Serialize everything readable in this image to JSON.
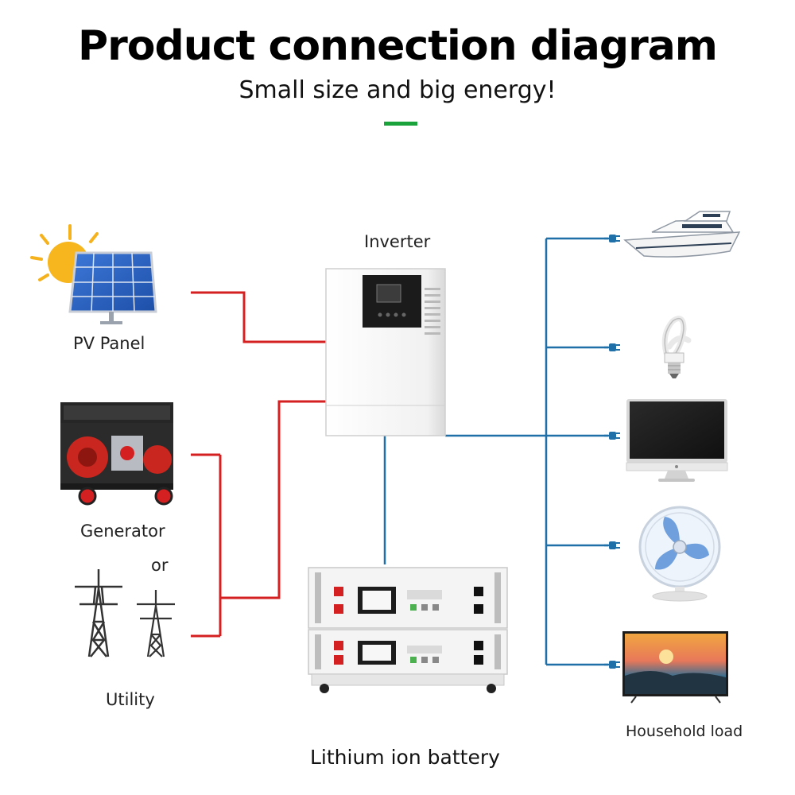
{
  "header": {
    "title": "Product connection diagram",
    "subtitle": "Small size and big energy!"
  },
  "labels": {
    "inverter": "Inverter",
    "pv_panel": "PV Panel",
    "generator": "Generator",
    "or": "or",
    "utility": "Utility",
    "battery": "Lithium ion battery",
    "household_load": "Household load"
  },
  "colors": {
    "accent": "#1aa33a",
    "input_line": "#d42020",
    "output_line": "#1f6fa8"
  },
  "icons": [
    "sun-icon",
    "solar-panel-icon",
    "generator-icon",
    "power-tower-icon",
    "inverter-device",
    "battery-rack",
    "plug-icon",
    "yacht-icon",
    "light-bulb-icon",
    "monitor-icon",
    "fan-icon",
    "television-icon"
  ]
}
